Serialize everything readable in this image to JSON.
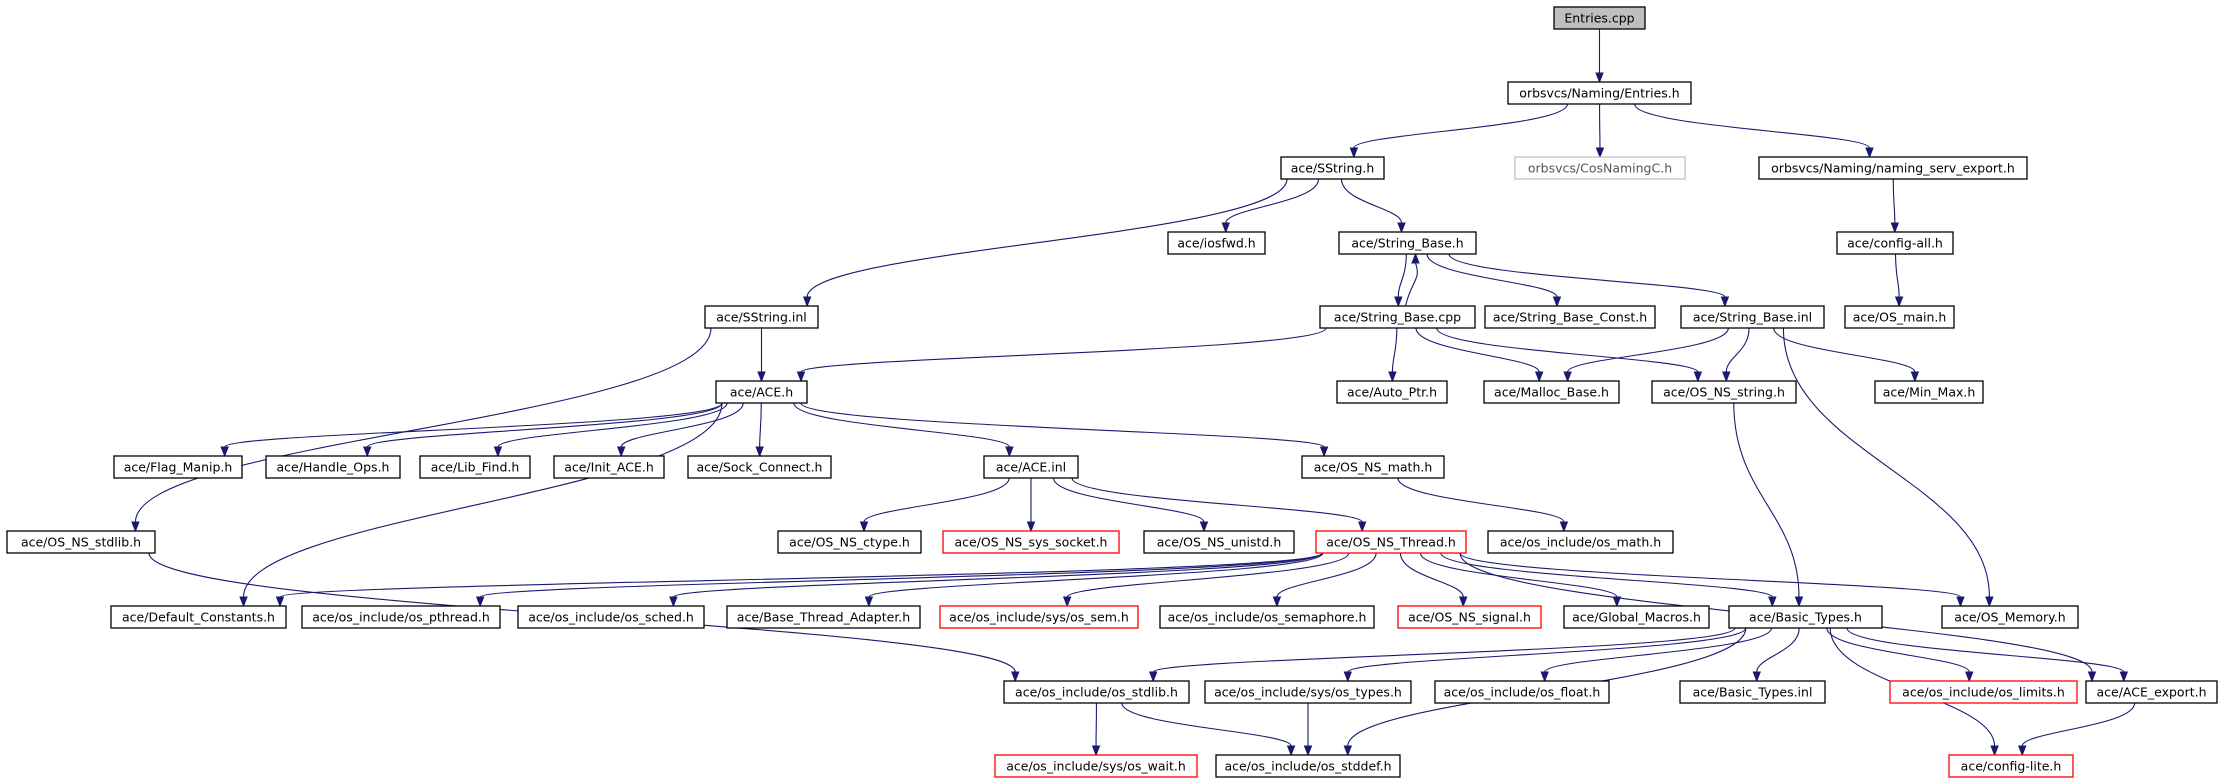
{
  "colors": {
    "edge": "#191970",
    "node_border": "#000000",
    "root_fill": "#bfbfbf",
    "incomplete_border": "#ff0000",
    "missing_border": "#bfbfbf"
  },
  "nodes": [
    {
      "id": "entries_cpp",
      "label": "Entries.cpp",
      "style": "root"
    },
    {
      "id": "entries_h",
      "label": "orbsvcs/Naming/Entries.h",
      "style": "normal"
    },
    {
      "id": "sstring_h",
      "label": "ace/SString.h",
      "style": "normal"
    },
    {
      "id": "cosnamingc_h",
      "label": "orbsvcs/CosNamingC.h",
      "style": "missing"
    },
    {
      "id": "naming_serv_export_h",
      "label": "orbsvcs/Naming/naming_serv_export.h",
      "style": "normal"
    },
    {
      "id": "iosfwd_h",
      "label": "ace/iosfwd.h",
      "style": "normal"
    },
    {
      "id": "string_base_h",
      "label": "ace/String_Base.h",
      "style": "normal"
    },
    {
      "id": "config_all_h",
      "label": "ace/config-all.h",
      "style": "normal"
    },
    {
      "id": "sstring_inl",
      "label": "ace/SString.inl",
      "style": "normal"
    },
    {
      "id": "string_base_cpp",
      "label": "ace/String_Base.cpp",
      "style": "normal"
    },
    {
      "id": "string_base_const_h",
      "label": "ace/String_Base_Const.h",
      "style": "normal"
    },
    {
      "id": "string_base_inl",
      "label": "ace/String_Base.inl",
      "style": "normal"
    },
    {
      "id": "os_main_h",
      "label": "ace/OS_main.h",
      "style": "normal"
    },
    {
      "id": "ace_h",
      "label": "ace/ACE.h",
      "style": "normal"
    },
    {
      "id": "auto_ptr_h",
      "label": "ace/Auto_Ptr.h",
      "style": "normal"
    },
    {
      "id": "malloc_base_h",
      "label": "ace/Malloc_Base.h",
      "style": "normal"
    },
    {
      "id": "os_ns_string_h",
      "label": "ace/OS_NS_string.h",
      "style": "normal"
    },
    {
      "id": "min_max_h",
      "label": "ace/Min_Max.h",
      "style": "normal"
    },
    {
      "id": "flag_manip_h",
      "label": "ace/Flag_Manip.h",
      "style": "normal"
    },
    {
      "id": "handle_ops_h",
      "label": "ace/Handle_Ops.h",
      "style": "normal"
    },
    {
      "id": "lib_find_h",
      "label": "ace/Lib_Find.h",
      "style": "normal"
    },
    {
      "id": "init_ace_h",
      "label": "ace/Init_ACE.h",
      "style": "normal"
    },
    {
      "id": "sock_connect_h",
      "label": "ace/Sock_Connect.h",
      "style": "normal"
    },
    {
      "id": "ace_inl",
      "label": "ace/ACE.inl",
      "style": "normal"
    },
    {
      "id": "os_ns_math_h",
      "label": "ace/OS_NS_math.h",
      "style": "normal"
    },
    {
      "id": "os_ns_stdlib_h",
      "label": "ace/OS_NS_stdlib.h",
      "style": "normal"
    },
    {
      "id": "os_ns_ctype_h",
      "label": "ace/OS_NS_ctype.h",
      "style": "normal"
    },
    {
      "id": "os_ns_sys_socket_h",
      "label": "ace/OS_NS_sys_socket.h",
      "style": "partial"
    },
    {
      "id": "os_ns_unistd_h",
      "label": "ace/OS_NS_unistd.h",
      "style": "normal"
    },
    {
      "id": "os_ns_thread_h",
      "label": "ace/OS_NS_Thread.h",
      "style": "partial"
    },
    {
      "id": "os_math_h",
      "label": "ace/os_include/os_math.h",
      "style": "normal"
    },
    {
      "id": "default_constants_h",
      "label": "ace/Default_Constants.h",
      "style": "normal"
    },
    {
      "id": "os_pthread_h",
      "label": "ace/os_include/os_pthread.h",
      "style": "normal"
    },
    {
      "id": "os_sched_h",
      "label": "ace/os_include/os_sched.h",
      "style": "normal"
    },
    {
      "id": "base_thread_adapter_h",
      "label": "ace/Base_Thread_Adapter.h",
      "style": "normal"
    },
    {
      "id": "os_sem_h",
      "label": "ace/os_include/sys/os_sem.h",
      "style": "partial"
    },
    {
      "id": "os_semaphore_h",
      "label": "ace/os_include/os_semaphore.h",
      "style": "normal"
    },
    {
      "id": "os_ns_signal_h",
      "label": "ace/OS_NS_signal.h",
      "style": "partial"
    },
    {
      "id": "global_macros_h",
      "label": "ace/Global_Macros.h",
      "style": "normal"
    },
    {
      "id": "basic_types_h",
      "label": "ace/Basic_Types.h",
      "style": "normal"
    },
    {
      "id": "os_memory_h",
      "label": "ace/OS_Memory.h",
      "style": "normal"
    },
    {
      "id": "os_stdlib_h",
      "label": "ace/os_include/os_stdlib.h",
      "style": "normal"
    },
    {
      "id": "os_types_h",
      "label": "ace/os_include/sys/os_types.h",
      "style": "normal"
    },
    {
      "id": "os_float_h",
      "label": "ace/os_include/os_float.h",
      "style": "normal"
    },
    {
      "id": "basic_types_inl",
      "label": "ace/Basic_Types.inl",
      "style": "normal"
    },
    {
      "id": "os_limits_h",
      "label": "ace/os_include/os_limits.h",
      "style": "partial"
    },
    {
      "id": "ace_export_h",
      "label": "ace/ACE_export.h",
      "style": "normal"
    },
    {
      "id": "os_wait_h",
      "label": "ace/os_include/sys/os_wait.h",
      "style": "partial"
    },
    {
      "id": "os_stddef_h",
      "label": "ace/os_include/os_stddef.h",
      "style": "normal"
    },
    {
      "id": "config_lite_h",
      "label": "ace/config-lite.h",
      "style": "partial"
    }
  ],
  "edges": [
    [
      "entries_cpp",
      "entries_h"
    ],
    [
      "entries_h",
      "sstring_h"
    ],
    [
      "entries_h",
      "cosnamingc_h"
    ],
    [
      "entries_h",
      "naming_serv_export_h"
    ],
    [
      "sstring_h",
      "iosfwd_h"
    ],
    [
      "sstring_h",
      "string_base_h"
    ],
    [
      "sstring_h",
      "sstring_inl"
    ],
    [
      "naming_serv_export_h",
      "config_all_h"
    ],
    [
      "config_all_h",
      "os_main_h"
    ],
    [
      "string_base_h",
      "string_base_cpp"
    ],
    [
      "string_base_cpp",
      "string_base_h"
    ],
    [
      "string_base_h",
      "string_base_const_h"
    ],
    [
      "string_base_h",
      "string_base_inl"
    ],
    [
      "sstring_inl",
      "ace_h"
    ],
    [
      "sstring_inl",
      "os_ns_stdlib_h"
    ],
    [
      "string_base_cpp",
      "ace_h"
    ],
    [
      "string_base_cpp",
      "auto_ptr_h"
    ],
    [
      "string_base_cpp",
      "malloc_base_h"
    ],
    [
      "string_base_cpp",
      "os_ns_string_h"
    ],
    [
      "string_base_inl",
      "malloc_base_h"
    ],
    [
      "string_base_inl",
      "os_ns_string_h"
    ],
    [
      "string_base_inl",
      "min_max_h"
    ],
    [
      "string_base_inl",
      "os_memory_h"
    ],
    [
      "os_ns_string_h",
      "basic_types_h"
    ],
    [
      "ace_h",
      "flag_manip_h"
    ],
    [
      "ace_h",
      "handle_ops_h"
    ],
    [
      "ace_h",
      "lib_find_h"
    ],
    [
      "ace_h",
      "init_ace_h"
    ],
    [
      "ace_h",
      "sock_connect_h"
    ],
    [
      "ace_h",
      "ace_inl"
    ],
    [
      "ace_h",
      "os_ns_math_h"
    ],
    [
      "ace_h",
      "default_constants_h"
    ],
    [
      "ace_inl",
      "os_ns_ctype_h"
    ],
    [
      "ace_inl",
      "os_ns_sys_socket_h"
    ],
    [
      "ace_inl",
      "os_ns_unistd_h"
    ],
    [
      "ace_inl",
      "os_ns_thread_h"
    ],
    [
      "os_ns_math_h",
      "os_math_h"
    ],
    [
      "os_ns_stdlib_h",
      "os_stdlib_h"
    ],
    [
      "os_ns_thread_h",
      "default_constants_h"
    ],
    [
      "os_ns_thread_h",
      "os_pthread_h"
    ],
    [
      "os_ns_thread_h",
      "os_sched_h"
    ],
    [
      "os_ns_thread_h",
      "base_thread_adapter_h"
    ],
    [
      "os_ns_thread_h",
      "os_sem_h"
    ],
    [
      "os_ns_thread_h",
      "os_semaphore_h"
    ],
    [
      "os_ns_thread_h",
      "os_ns_signal_h"
    ],
    [
      "os_ns_thread_h",
      "global_macros_h"
    ],
    [
      "os_ns_thread_h",
      "basic_types_h"
    ],
    [
      "os_ns_thread_h",
      "os_memory_h"
    ],
    [
      "os_ns_thread_h",
      "ace_export_h"
    ],
    [
      "basic_types_h",
      "os_stdlib_h"
    ],
    [
      "basic_types_h",
      "os_types_h"
    ],
    [
      "basic_types_h",
      "os_float_h"
    ],
    [
      "basic_types_h",
      "basic_types_inl"
    ],
    [
      "basic_types_h",
      "os_limits_h"
    ],
    [
      "basic_types_h",
      "ace_export_h"
    ],
    [
      "basic_types_h",
      "os_stddef_h"
    ],
    [
      "basic_types_h",
      "config_lite_h"
    ],
    [
      "os_stdlib_h",
      "os_wait_h"
    ],
    [
      "os_stdlib_h",
      "os_stddef_h"
    ],
    [
      "os_types_h",
      "os_stddef_h"
    ],
    [
      "ace_export_h",
      "config_lite_h"
    ]
  ]
}
